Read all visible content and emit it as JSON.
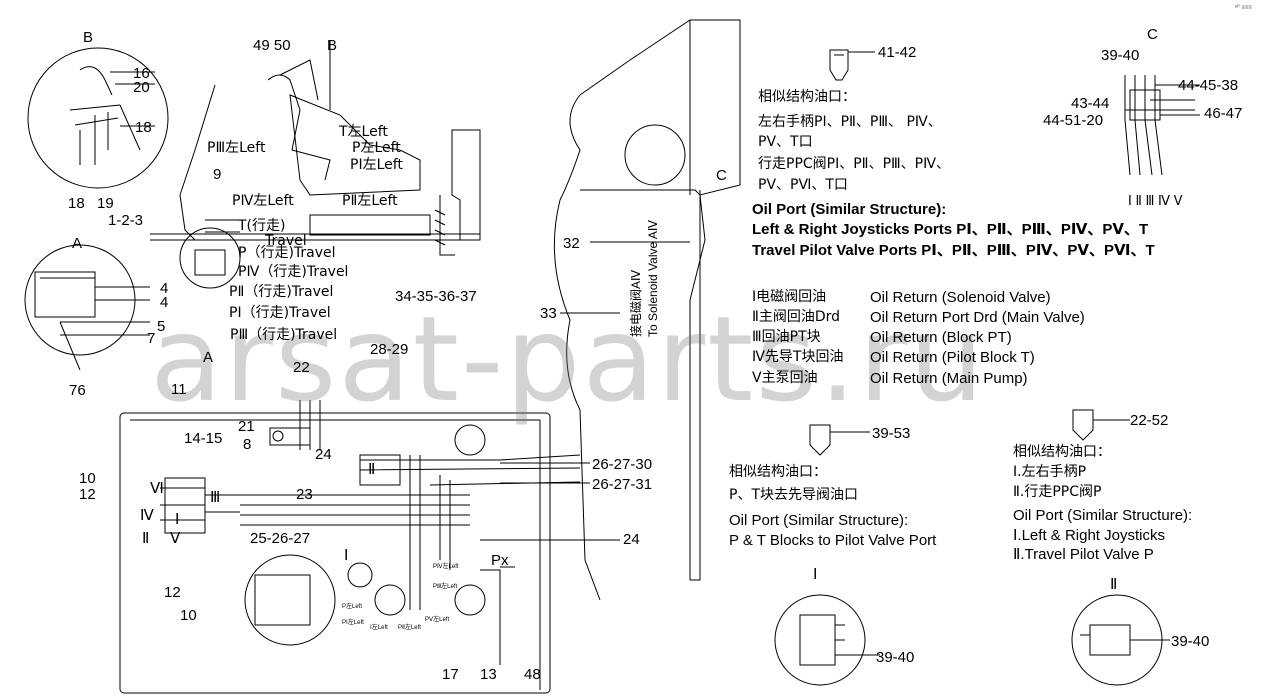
{
  "corner_mark": "ᵉᴾ ≡≡≡",
  "views": {
    "b_top_left": "B",
    "b_top_mid": "B",
    "a_left": "A",
    "a_mid": "A",
    "c_right": "C",
    "c_mid": "C",
    "roman_i": "Ⅰ",
    "roman_ii": "Ⅱ"
  },
  "callouts": {
    "n16": "16",
    "n20": "20",
    "n18a": "18",
    "n18b": "18",
    "n19": "19",
    "n49_50": "49 50",
    "n9": "9",
    "n1_2_3": "1-2-3",
    "n4a": "4",
    "n4b": "4",
    "n5": "5",
    "n7": "7",
    "n76": "76",
    "n34_37": "34-35-36-37",
    "n32": "32",
    "n33": "33",
    "n28_29": "28-29",
    "n22": "22",
    "n21": "21",
    "n8": "8",
    "n24a": "24",
    "n23": "23",
    "n11": "11",
    "n14_15": "14-15",
    "n10a": "10",
    "n12a": "12",
    "n25_27": "25-26-27",
    "n26_30": "26-27-30",
    "n26_31": "26-27-31",
    "n24b": "24",
    "px": "Px",
    "n12b": "12",
    "n10b": "10",
    "n17": "17",
    "n13": "13",
    "n48": "48",
    "n41_42": "41-42",
    "n39_40_top": "39-40",
    "n44_45_38": "44-45-38",
    "n43_44": "43-44",
    "n46_47": "46-47",
    "n44_51_20": "44-51-20",
    "n39_53": "39-53",
    "n22_52": "22-52",
    "n39_40_b1": "39-40",
    "n39_40_b2": "39-40"
  },
  "port_labels": {
    "t_left": "T左Left",
    "p_left": "P左Left",
    "p1_left": "PⅠ左Left",
    "p3_left": "PⅢ左Left",
    "p2_left": "PⅡ左Left",
    "p4_left": "PⅣ左Left",
    "t_travel_cn": "T(行走)",
    "t_travel_en": "Travel",
    "p_travel": "P（行走)Travel",
    "p4_travel": "PⅣ（行走)Travel",
    "p2_travel": "PⅡ（行走)Travel",
    "p1_travel": "PⅠ（行走)Travel",
    "p3_travel": "PⅢ（行走)Travel",
    "manifold_iii": "Ⅲ",
    "manifold_vi": "Ⅵ",
    "manifold_iv": "Ⅳ",
    "manifold_ii": "Ⅱ",
    "manifold_i": "Ⅰ",
    "manifold_v": "Ⅴ",
    "block_ii": "Ⅱ",
    "block_i": "Ⅰ",
    "pv_left_small": "PⅣ左Left",
    "piii_left_small": "PⅢ左Left",
    "p_left_small": "P左Left",
    "pi_left_small": "PⅠ左Left",
    "i_left_small": "Ⅰ左Left",
    "pii_left_small": "PⅡ左Left",
    "pv2_left_small": "PⅤ左Left"
  },
  "solenoid_label": {
    "cn": "接电磁阀AⅣ",
    "en": "To Solenoid Valve AⅣ"
  },
  "notes": {
    "similar_cn_1": "相似结构油口：",
    "line1_cn": "左右手柄PⅠ、PⅡ、PⅢ、 PⅣ、",
    "line2_cn": "PⅤ、T口",
    "line3_cn": "行走PPC阀PⅠ、PⅡ、PⅢ、PⅣ、",
    "line4_cn": "PⅤ、PⅥ、T口",
    "oil_port_en": "Oil Port (Similar Structure):",
    "joysticks_en": "Left & Right Joysticks Ports PⅠ、PⅡ、PⅢ、PⅣ、PⅤ、T",
    "travel_en": "Travel Pilot Valve Ports PⅠ、PⅡ、PⅢ、PⅣ、PⅤ、PⅥ、T"
  },
  "returns": [
    {
      "cn": "Ⅰ电磁阀回油",
      "en": "Oil Return (Solenoid Valve)"
    },
    {
      "cn": "Ⅱ主阀回油Drd",
      "en": "Oil Return Port Drd (Main Valve)"
    },
    {
      "cn": "Ⅲ回油PT块",
      "en": "Oil Return (Block PT)"
    },
    {
      "cn": "Ⅳ先导T块回油",
      "en": "Oil Return (Pilot Block T)"
    },
    {
      "cn": "Ⅴ主泵回油",
      "en": "Oil Return (Main Pump)"
    }
  ],
  "return_legend": "Ⅰ Ⅱ Ⅲ Ⅳ Ⅴ",
  "notes_mid": {
    "similar_cn": "相似结构油口：",
    "pt_cn": "P、T块去先导阀油口",
    "oil_port_en": "Oil Port (Similar Structure):",
    "pt_en": "P & T Blocks to Pilot Valve Port"
  },
  "notes_right": {
    "similar_cn": "相似结构油口：",
    "i_cn": "Ⅰ.左右手柄P",
    "ii_cn": "Ⅱ.行走PPC阀P",
    "oil_port_en": "Oil Port (Similar Structure):",
    "i_en": "Ⅰ.Left & Right Joysticks",
    "ii_en": "Ⅱ.Travel Pilot Valve P"
  },
  "watermark": "arsat-parts.ru"
}
